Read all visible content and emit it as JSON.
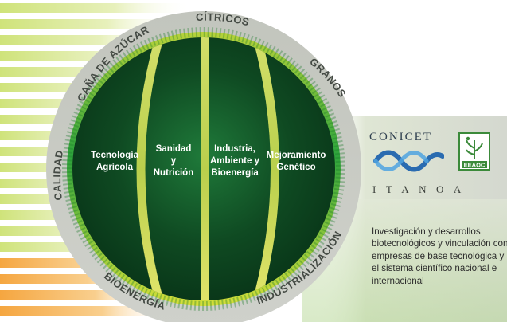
{
  "ring_labels": {
    "top": "CÍTRICOS",
    "top_left": "CAÑA DE AZÚCAR",
    "top_right": "GRANOS",
    "left": "CALIDAD",
    "bottom_left": "BIOENERGÍA",
    "bottom_right": "INDUSTRIALIZACIÓN"
  },
  "sectors": [
    {
      "lines": [
        "Tecnología",
        "Agrícola"
      ]
    },
    {
      "lines": [
        "Sanidad",
        "y",
        "Nutrición"
      ]
    },
    {
      "lines": [
        "Industria,",
        "Ambiente y",
        "Bioenergía"
      ]
    },
    {
      "lines": [
        "Mejoramiento",
        "Genético"
      ]
    }
  ],
  "brand": {
    "conicet": "CONICET",
    "eeaoc": "EEAOC",
    "itanoa": "ITANOA",
    "conicet_logo_icon": "conicet-waves-icon",
    "eeaoc_logo_icon": "eeaoc-plant-icon"
  },
  "description": "Investigación y desarrollos biotecnológicos y vinculación con empresas de base tecnológica y el sistema científico nacional e internacional",
  "colors": {
    "dark_green": "#0f4a22",
    "ring_green": "#2aa040",
    "ring_yellow": "#e8e62a",
    "outer_ring": "#c8c9c4",
    "brand_blue": "#2a6bb0",
    "eeaoc_green": "#3b8a3a"
  }
}
